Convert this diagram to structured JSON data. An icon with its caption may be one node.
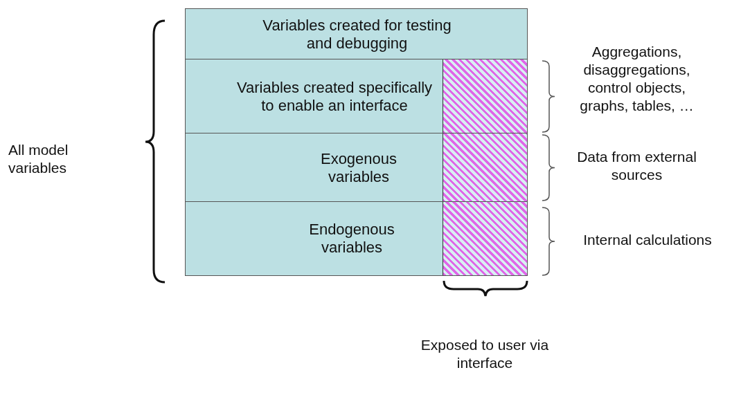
{
  "diagram": {
    "nodes": [
      {
        "text": [
          "Variables created for testing and debugging"
        ]
      },
      {
        "text": [
          "Variables created specifically to enable an interface"
        ]
      },
      {
        "text": [],
        "shape": "box",
        "in": 1
      },
      {
        "text": [
          "Exogenous variables"
        ]
      },
      {
        "text": [],
        "shape": "box",
        "in": 3
      },
      {
        "text": [
          "Endogenous variables"
        ]
      },
      {
        "text": [],
        "shape": "box",
        "in": 5
      }
    ],
    "labels": [
      "All model variables",
      "Aggregations, disaggregations, control objects, graphs, tables, …",
      "Data from external sources",
      "Internal calculations",
      "Exposed to user via interface"
    ]
  }
}
